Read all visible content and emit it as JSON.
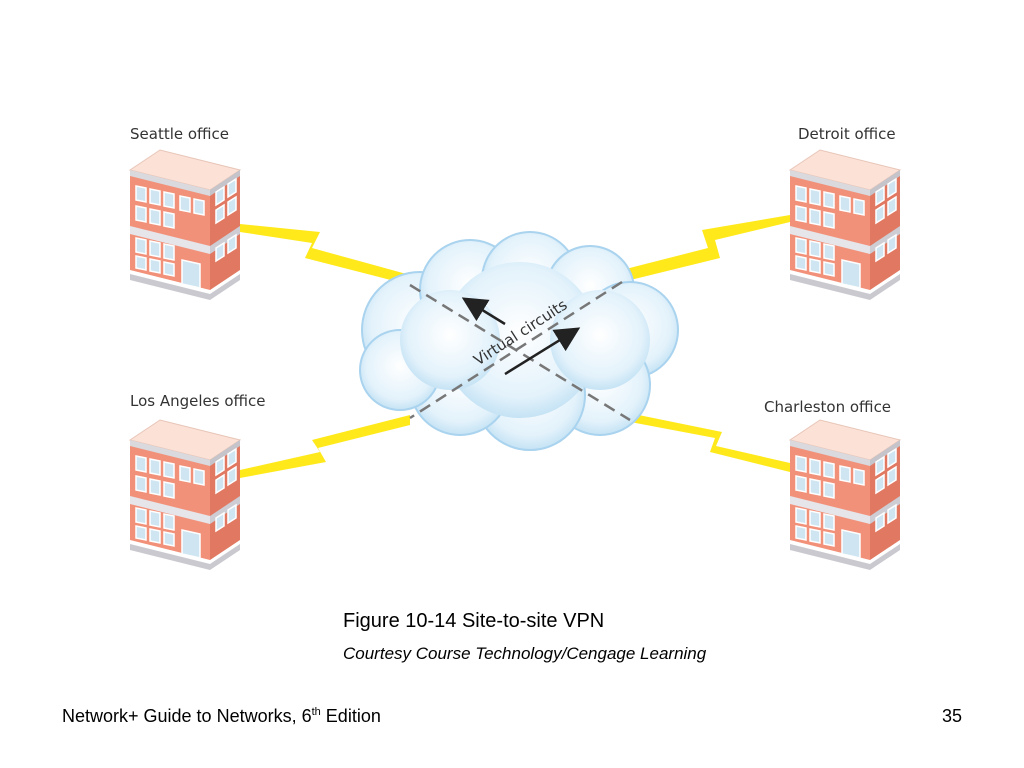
{
  "offices": {
    "seattle": "Seattle office",
    "detroit": "Detroit office",
    "los_angeles": "Los Angeles office",
    "charleston": "Charleston office"
  },
  "cloud_label": "Virtual circuits",
  "colors": {
    "lightning": "#FFE91A",
    "cloud": "#CFE8F7",
    "cloud_edge": "#A9D3EE",
    "building_wall": "#F2917A",
    "building_roof": "#FBE1D6",
    "window": "#CFE6F2",
    "dashed_line": "#777777"
  },
  "caption": {
    "title": "Figure 10-14 Site-to-site VPN",
    "credit": "Courtesy Course Technology/Cengage Learning"
  },
  "footer": {
    "book_prefix": "Network+ Guide to Networks, 6",
    "book_sup": "th",
    "book_suffix": " Edition",
    "page_number": "35"
  }
}
